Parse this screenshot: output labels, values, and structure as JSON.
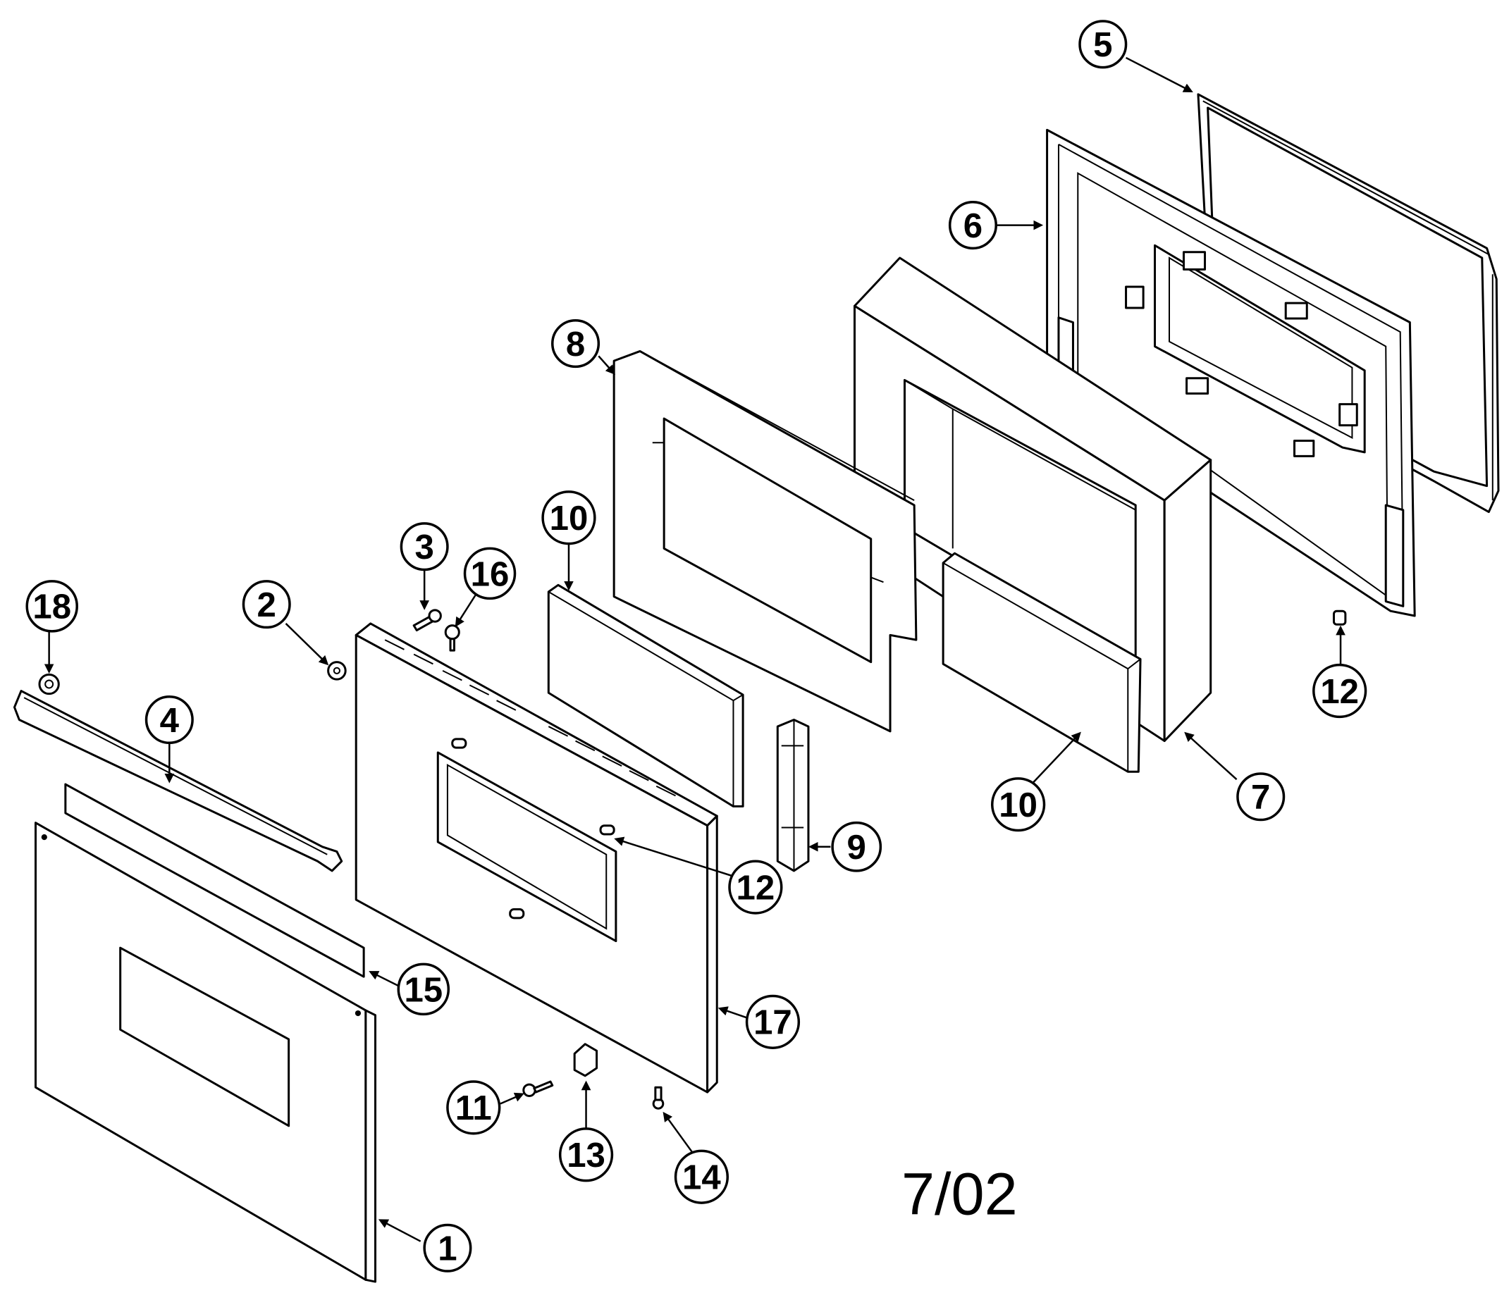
{
  "diagram": {
    "callouts": [
      {
        "id": "c5",
        "label": "5"
      },
      {
        "id": "c6",
        "label": "6"
      },
      {
        "id": "c8",
        "label": "8"
      },
      {
        "id": "c10a",
        "label": "10"
      },
      {
        "id": "c3",
        "label": "3"
      },
      {
        "id": "c16",
        "label": "16"
      },
      {
        "id": "c18",
        "label": "18"
      },
      {
        "id": "c2",
        "label": "2"
      },
      {
        "id": "c4",
        "label": "4"
      },
      {
        "id": "c12a",
        "label": "12"
      },
      {
        "id": "c10b",
        "label": "10"
      },
      {
        "id": "c7",
        "label": "7"
      },
      {
        "id": "c9",
        "label": "9"
      },
      {
        "id": "c12b",
        "label": "12"
      },
      {
        "id": "c15",
        "label": "15"
      },
      {
        "id": "c17",
        "label": "17"
      },
      {
        "id": "c11",
        "label": "11"
      },
      {
        "id": "c13",
        "label": "13"
      },
      {
        "id": "c14",
        "label": "14"
      },
      {
        "id": "c1",
        "label": "1"
      }
    ],
    "date_label": "7/02"
  }
}
